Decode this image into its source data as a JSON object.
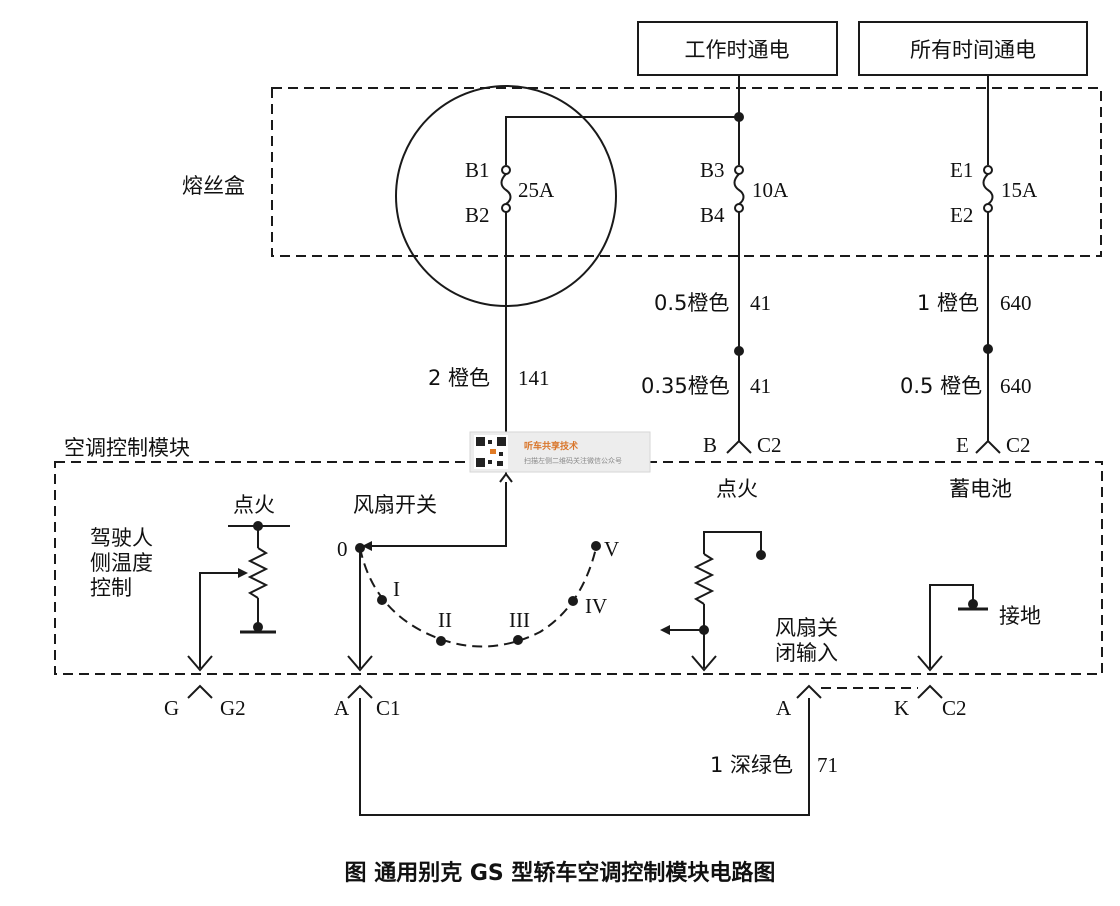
{
  "power_boxes": {
    "run": "工作时通电",
    "all_times": "所有时间通电"
  },
  "fuse_box": {
    "label": "熔丝盒",
    "fuses": [
      {
        "top": "B1",
        "bottom": "B2",
        "rating": "25A"
      },
      {
        "top": "B3",
        "bottom": "B4",
        "rating": "10A"
      },
      {
        "top": "E1",
        "bottom": "E2",
        "rating": "15A"
      }
    ]
  },
  "wires": {
    "w141": {
      "gauge_color": "2 橙色",
      "circuit": "141"
    },
    "w41_a": {
      "gauge_color": "0.5橙色",
      "circuit": "41"
    },
    "w41_b": {
      "gauge_color": "0.35橙色",
      "circuit": "41"
    },
    "w640_a": {
      "gauge_color": "1 橙色",
      "circuit": "640"
    },
    "w640_b": {
      "gauge_color": "0.5 橙色",
      "circuit": "640"
    },
    "w71": {
      "gauge_color": "1 深绿色",
      "circuit": "71"
    }
  },
  "connectors": {
    "B_C2": {
      "pin": "B",
      "conn": "C2"
    },
    "E_C2": {
      "pin": "E",
      "conn": "C2"
    },
    "G_G2": {
      "pin": "G",
      "conn": "G2"
    },
    "A_C1": {
      "pin": "A",
      "conn": "C1"
    },
    "A_": {
      "pin": "A"
    },
    "K_C2": {
      "pin": "K",
      "conn": "C2"
    }
  },
  "module": {
    "label": "空调控制模块",
    "ignition_left": "点火",
    "driver_temp": [
      "驾驶人",
      "侧温度",
      "控制"
    ],
    "fan_switch": "风扇开关",
    "switch_positions": [
      "0",
      "I",
      "II",
      "III",
      "IV",
      "V"
    ],
    "ignition_right": "点火",
    "battery": "蓄电池",
    "fan_off_input": [
      "风扇关",
      "闭输入"
    ],
    "ground": "接地"
  },
  "watermark": {
    "title": "听车共享技术",
    "subtitle": "扫描左侧二维码关注微信公众号"
  },
  "caption": "图   通用别克 GS 型轿车空调控制模块电路图"
}
